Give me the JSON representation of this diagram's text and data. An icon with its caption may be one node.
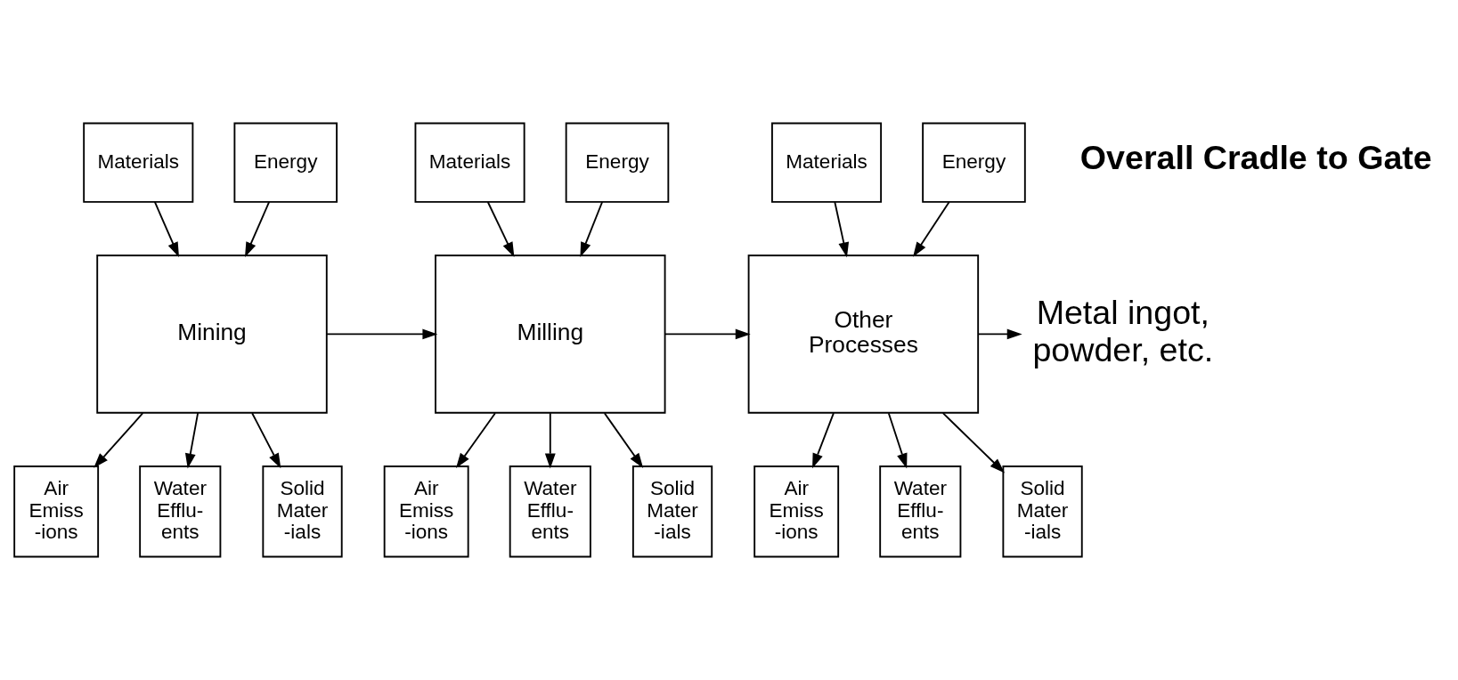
{
  "diagram": {
    "nodes": [
      {
        "text": [
          "Materials"
        ]
      },
      {
        "text": [
          "Energy"
        ]
      },
      {
        "text": [
          "Mining"
        ]
      },
      {
        "text": [
          "Air Emiss -ions"
        ]
      },
      {
        "text": [
          "Water Efflu- ents"
        ]
      },
      {
        "text": [
          "Solid Mater -ials"
        ]
      },
      {
        "text": [
          "Materials"
        ]
      },
      {
        "text": [
          "Energy"
        ]
      },
      {
        "text": [
          "Milling"
        ]
      },
      {
        "text": [
          "Air Emiss -ions"
        ]
      },
      {
        "text": [
          "Water Efflu- ents"
        ]
      },
      {
        "text": [
          "Solid Mater -ials"
        ]
      },
      {
        "text": [
          "Materials"
        ]
      },
      {
        "text": [
          "Energy"
        ]
      },
      {
        "text": [
          "Other Processes"
        ]
      },
      {
        "text": [
          "Air Emiss -ions"
        ]
      },
      {
        "text": [
          "Water Efflu- ents"
        ]
      },
      {
        "text": [
          "Solid Mater -ials"
        ]
      },
      {
        "text": [
          "Metal ingot, powder, etc."
        ]
      }
    ],
    "edges": [
      {
        "from": 0,
        "to": 2,
        "arrow": "to"
      },
      {
        "from": 1,
        "to": 2,
        "arrow": "to"
      },
      {
        "from": 2,
        "to": 3,
        "arrow": "to"
      },
      {
        "from": 2,
        "to": 4,
        "arrow": "to"
      },
      {
        "from": 2,
        "to": 5,
        "arrow": "to"
      },
      {
        "from": 2,
        "to": 8,
        "arrow": "to"
      },
      {
        "from": 6,
        "to": 8,
        "arrow": "to"
      },
      {
        "from": 7,
        "to": 8,
        "arrow": "to"
      },
      {
        "from": 8,
        "to": 9,
        "arrow": "to"
      },
      {
        "from": 8,
        "to": 10,
        "arrow": "to"
      },
      {
        "from": 8,
        "to": 11,
        "arrow": "to"
      },
      {
        "from": 8,
        "to": 14,
        "arrow": "to"
      },
      {
        "from": 12,
        "to": 14,
        "arrow": "to"
      },
      {
        "from": 13,
        "to": 14,
        "arrow": "to"
      },
      {
        "from": 14,
        "to": 15,
        "arrow": "to"
      },
      {
        "from": 14,
        "to": 16,
        "arrow": "to"
      },
      {
        "from": 14,
        "to": 17,
        "arrow": "to"
      },
      {
        "from": 14,
        "to": 18,
        "arrow": "to"
      }
    ],
    "labels": [
      "Overall Cradle to Gate"
    ]
  }
}
